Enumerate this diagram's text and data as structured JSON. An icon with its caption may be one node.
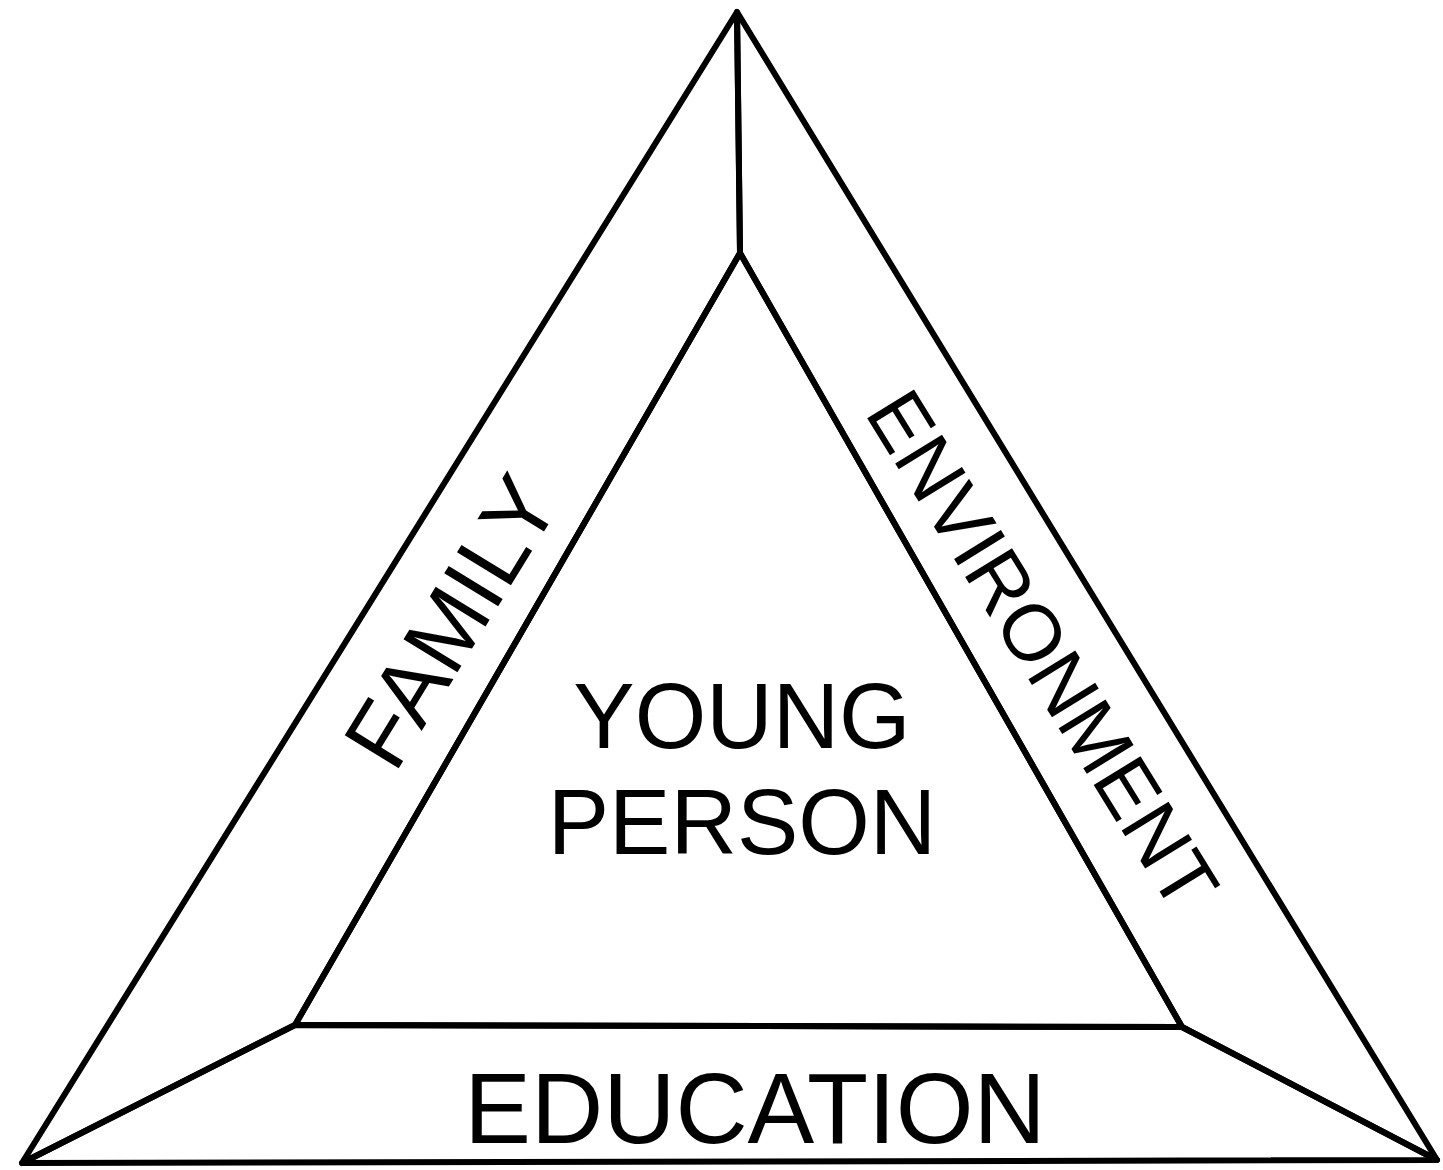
{
  "diagram": {
    "nodes": [
      {
        "text": [
          "FAMILY"
        ]
      },
      {
        "text": [
          "ENVIRONMENT"
        ]
      },
      {
        "text": [
          "YOUNG PERSON"
        ]
      },
      {
        "text": [
          "EDUCATION"
        ]
      }
    ]
  }
}
